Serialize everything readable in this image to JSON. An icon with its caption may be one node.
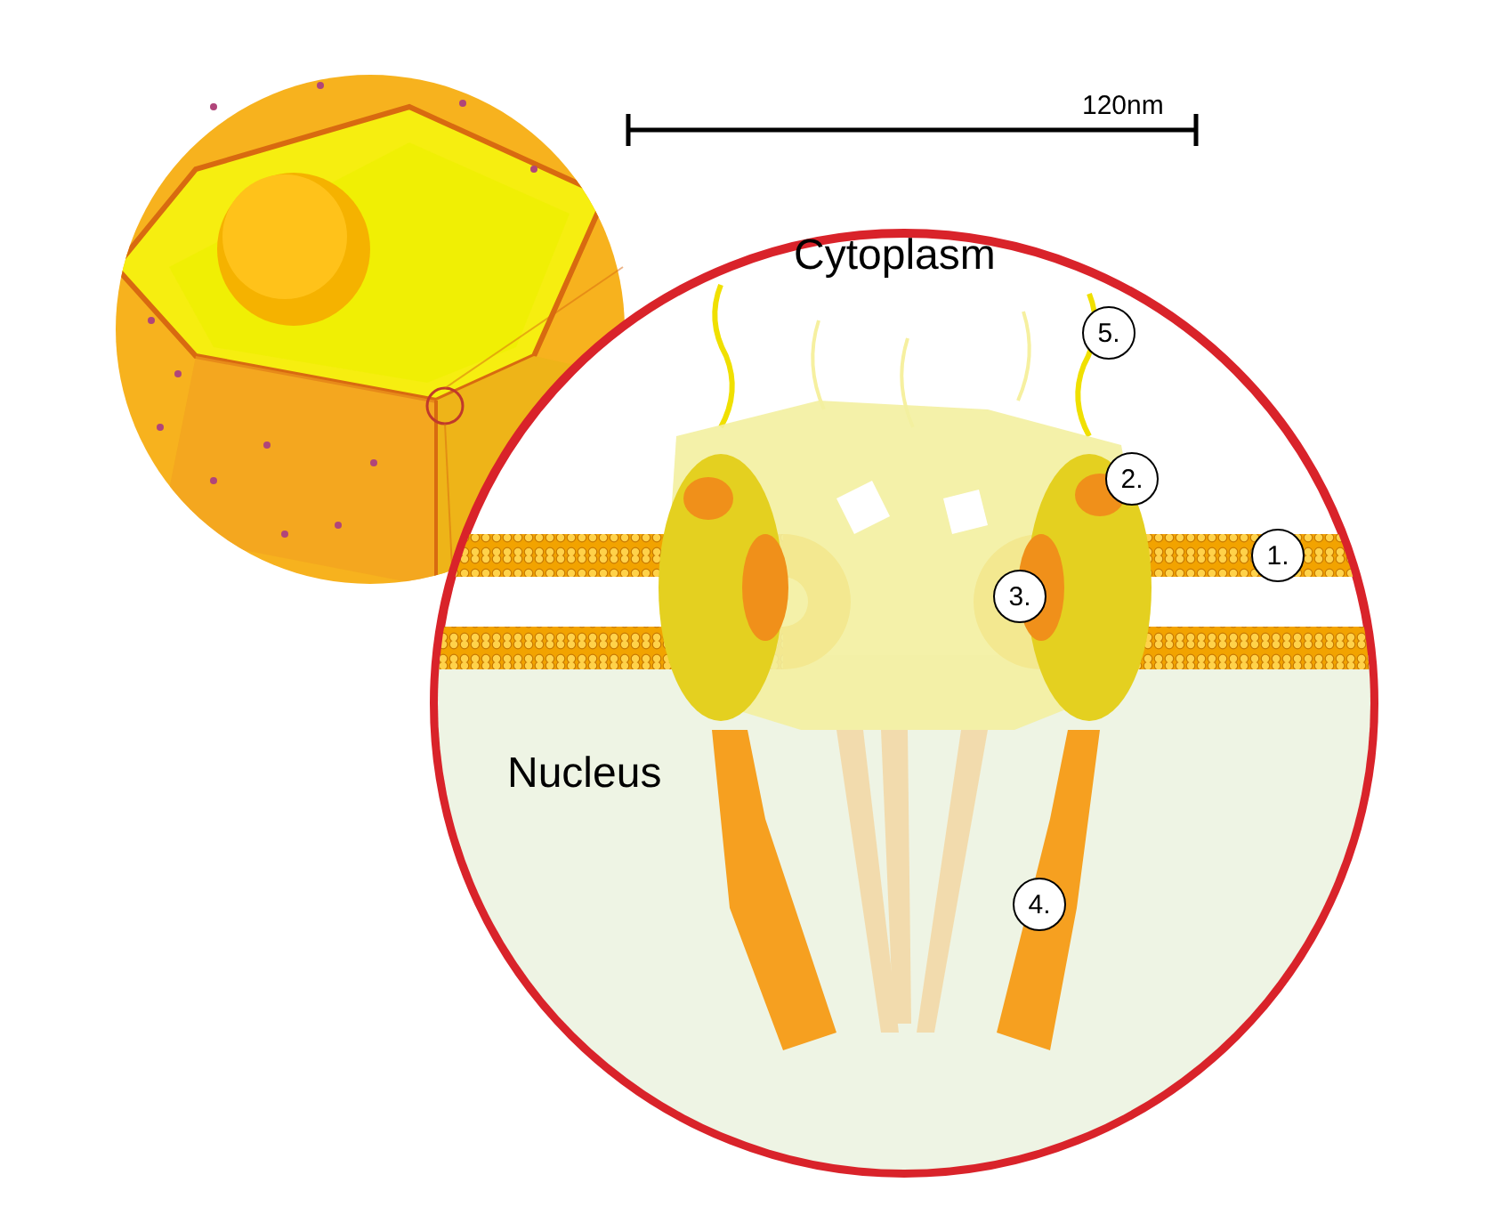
{
  "diagram": {
    "labels": [
      "120nm",
      "Cytoplasm",
      "5.",
      "2.",
      "1.",
      "3.",
      "Nucleus",
      "4."
    ]
  }
}
